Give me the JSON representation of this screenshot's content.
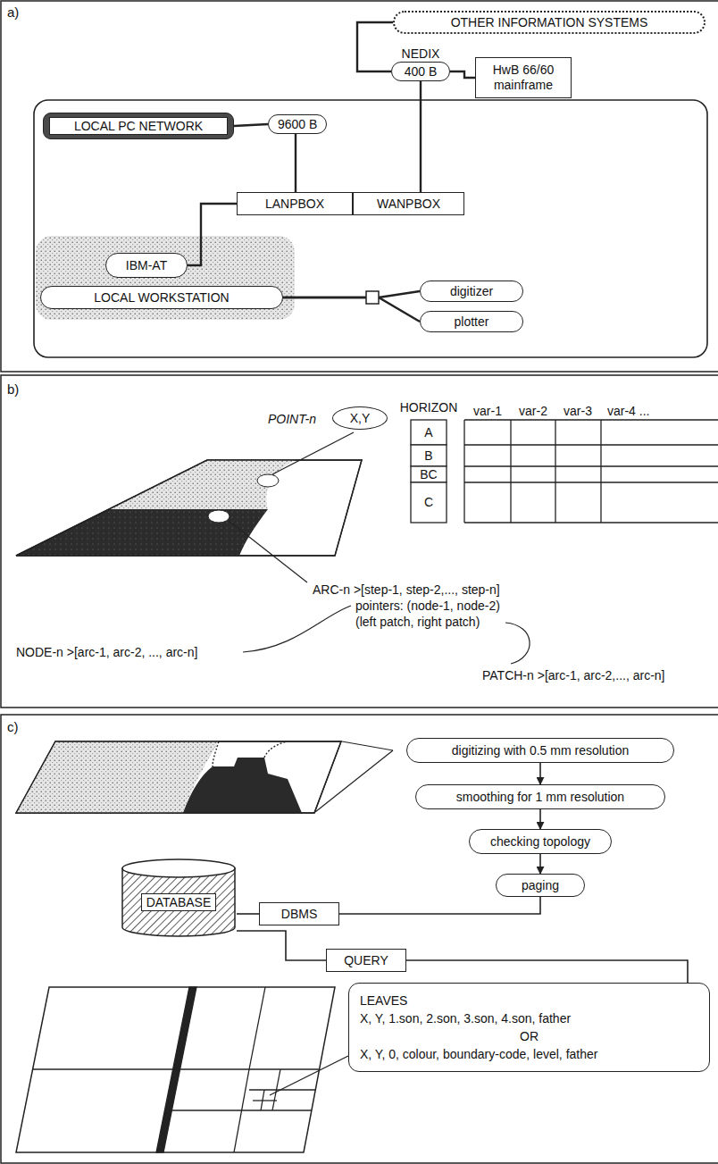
{
  "diagram": {
    "nodes": [
      {
        "text": [
          "OTHER INFORMATION SYSTEMS"
        ]
      },
      {
        "text": [
          "NEDIX",
          "400 B"
        ]
      },
      {
        "text": [
          "HwB 66/60 mainframe"
        ]
      },
      {
        "text": [
          "LOCAL PC NETWORK"
        ]
      },
      {
        "text": [
          "9600 B"
        ]
      },
      {
        "text": [
          "LANPBOX"
        ]
      },
      {
        "text": [
          "WANPBOX"
        ]
      },
      {
        "text": [
          "IBM-AT"
        ]
      },
      {
        "text": [
          "LOCAL WORKSTATION"
        ]
      },
      {
        "text": [
          "digitizer"
        ]
      },
      {
        "text": [
          "plotter"
        ]
      },
      {
        "text": [
          "X,Y"
        ]
      },
      {
        "text": [
          "digitizing with 0.5 mm resolution"
        ]
      },
      {
        "text": [
          "smoothing for 1 mm resolution"
        ]
      },
      {
        "text": [
          "checking topology"
        ]
      },
      {
        "text": [
          "paging"
        ]
      },
      {
        "text": [
          "DATABASE"
        ]
      },
      {
        "text": [
          "DBMS"
        ]
      },
      {
        "text": [
          "QUERY"
        ]
      },
      {
        "text": [
          "LEAVES",
          "X, Y, 1.son, 2.son, 3.son, 4.son, father",
          "OR",
          "X, Y, 0, colour, boundary-code, level, father"
        ]
      }
    ],
    "edges": [
      {
        "from": 0,
        "to": 1,
        "arrow": "none"
      },
      {
        "from": 1,
        "to": 2,
        "arrow": "none"
      },
      {
        "from": 1,
        "to": 6,
        "arrow": "none"
      },
      {
        "from": 3,
        "to": 4,
        "arrow": "none"
      },
      {
        "from": 4,
        "to": 5,
        "arrow": "none"
      },
      {
        "from": 5,
        "to": 6,
        "arrow": "none"
      },
      {
        "from": 5,
        "to": 7,
        "arrow": "none"
      },
      {
        "from": 8,
        "to": 9,
        "arrow": "none"
      },
      {
        "from": 8,
        "to": 10,
        "arrow": "none"
      },
      {
        "from": 12,
        "to": 13,
        "arrow": "to"
      },
      {
        "from": 13,
        "to": 14,
        "arrow": "to"
      },
      {
        "from": 14,
        "to": 15,
        "arrow": "to"
      },
      {
        "from": 15,
        "to": 17,
        "arrow": "none"
      },
      {
        "from": 17,
        "to": 16,
        "arrow": "none"
      },
      {
        "from": 16,
        "to": 18,
        "arrow": "none"
      },
      {
        "from": 18,
        "to": 19,
        "arrow": "none"
      }
    ],
    "labels": [
      "a)",
      "b)",
      "HORIZON",
      "var-1",
      "var-2",
      "var-3",
      "var-4 ...",
      "POINT-n",
      "A",
      "B",
      "BC",
      "C",
      "ARC-n >[step-1, step-2,..., step-n]",
      "pointers: (node-1, node-2)",
      "(left patch, right patch)",
      "NODE-n >[arc-1, arc-2, ..., arc-n]",
      "PATCH-n >[arc-1, arc-2,..., arc-n]",
      "c)"
    ]
  }
}
